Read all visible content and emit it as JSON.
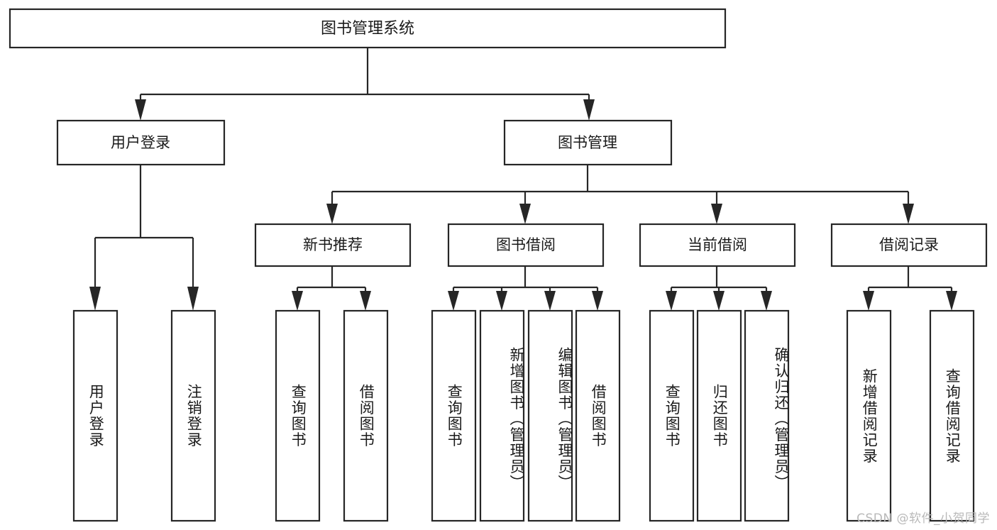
{
  "diagram": {
    "type": "tree-hierarchy",
    "title": "图书管理系统",
    "watermark": "CSDN @软件_小贺同学",
    "colors": {
      "stroke": "#262626",
      "fill": "#ffffff",
      "text": "#1a1a1a",
      "watermark": "#b9b9b9"
    },
    "root": {
      "id": "root",
      "label": "图书管理系统",
      "level": 0
    },
    "level1": [
      {
        "id": "user-login",
        "label": "用户登录"
      },
      {
        "id": "book-manage",
        "label": "图书管理"
      }
    ],
    "level2": [
      {
        "id": "new-book-recommend",
        "label": "新书推荐",
        "parent": "book-manage"
      },
      {
        "id": "book-borrow",
        "label": "图书借阅",
        "parent": "book-manage"
      },
      {
        "id": "current-borrow",
        "label": "当前借阅",
        "parent": "book-manage"
      },
      {
        "id": "borrow-record",
        "label": "借阅记录",
        "parent": "book-manage"
      }
    ],
    "leaves": {
      "user-login": [
        {
          "id": "leaf-user-login",
          "label": "用户登录"
        },
        {
          "id": "leaf-logout-login",
          "label": "注销登录"
        }
      ],
      "new-book-recommend": [
        {
          "id": "leaf-query-book-1",
          "label": "查询图书"
        },
        {
          "id": "leaf-borrow-book-1",
          "label": "借阅图书"
        }
      ],
      "book-borrow": [
        {
          "id": "leaf-query-book-2",
          "label": "查询图书"
        },
        {
          "id": "leaf-add-book",
          "label": "新增图书（管理员）"
        },
        {
          "id": "leaf-edit-book",
          "label": "编辑图书（管理员）"
        },
        {
          "id": "leaf-borrow-book-2",
          "label": "借阅图书"
        }
      ],
      "current-borrow": [
        {
          "id": "leaf-query-book-3",
          "label": "查询图书"
        },
        {
          "id": "leaf-return-book",
          "label": "归还图书"
        },
        {
          "id": "leaf-confirm-return",
          "label": "确认归还（管理员）"
        }
      ],
      "borrow-record": [
        {
          "id": "leaf-add-record",
          "label": "新增借阅记录"
        },
        {
          "id": "leaf-query-record",
          "label": "查询借阅记录"
        }
      ]
    }
  }
}
